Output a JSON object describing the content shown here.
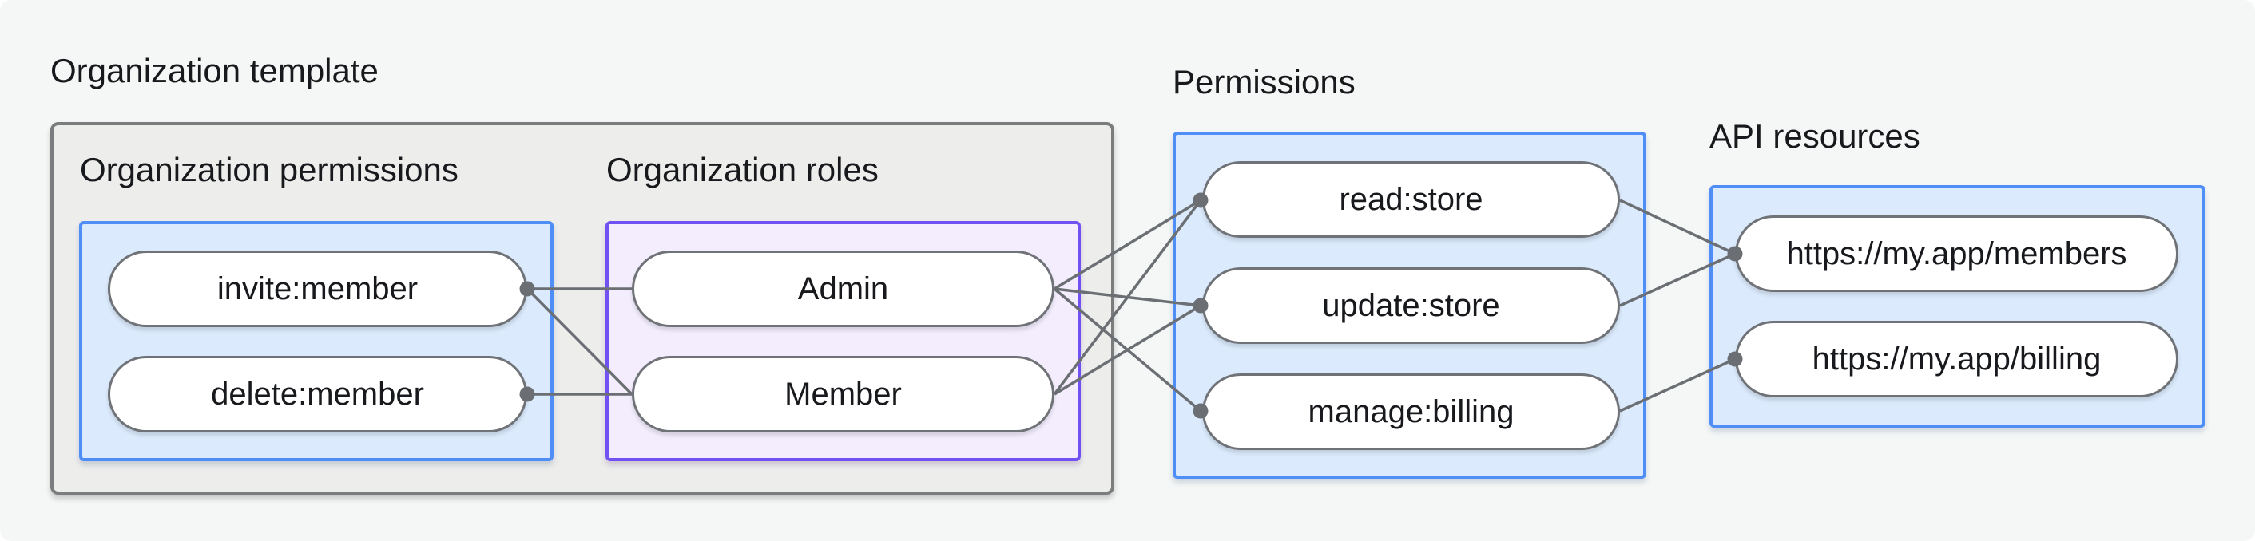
{
  "diagram": {
    "org_template": {
      "label": "Organization template",
      "groups": {
        "org_permissions": {
          "label": "Organization permissions",
          "nodes": [
            {
              "label": "invite:member"
            },
            {
              "label": "delete:member"
            }
          ]
        },
        "org_roles": {
          "label": "Organization roles",
          "nodes": [
            {
              "label": "Admin"
            },
            {
              "label": "Member"
            }
          ]
        }
      }
    },
    "permissions": {
      "label": "Permissions",
      "nodes": [
        {
          "label": "read:store"
        },
        {
          "label": "update:store"
        },
        {
          "label": "manage:billing"
        }
      ]
    },
    "api_resources": {
      "label": "API resources",
      "nodes": [
        {
          "label": "https://my.app/members"
        },
        {
          "label": "https://my.app/billing"
        }
      ]
    },
    "edges": [
      {
        "from": "invite:member",
        "to": "Admin"
      },
      {
        "from": "invite:member",
        "to": "Member"
      },
      {
        "from": "delete:member",
        "to": "Member"
      },
      {
        "from": "Admin",
        "to": "read:store"
      },
      {
        "from": "Admin",
        "to": "update:store"
      },
      {
        "from": "Admin",
        "to": "manage:billing"
      },
      {
        "from": "Member",
        "to": "read:store"
      },
      {
        "from": "Member",
        "to": "update:store"
      },
      {
        "from": "read:store",
        "to": "https://my.app/members"
      },
      {
        "from": "update:store",
        "to": "https://my.app/members"
      },
      {
        "from": "manage:billing",
        "to": "https://my.app/billing"
      }
    ],
    "colors": {
      "page_background": "#f5f7f6",
      "gray_box_fill": "#ededec",
      "gray_box_border": "#7a7c7e",
      "blue_box_fill": "#dbeafc",
      "blue_box_border": "#4f8ef7",
      "purple_box_fill": "#f3edfd",
      "purple_box_border": "#7251f2",
      "node_fill": "#ffffff",
      "node_border": "#6f7276",
      "edge_line": "#6b6f73",
      "text": "#17191c"
    }
  }
}
